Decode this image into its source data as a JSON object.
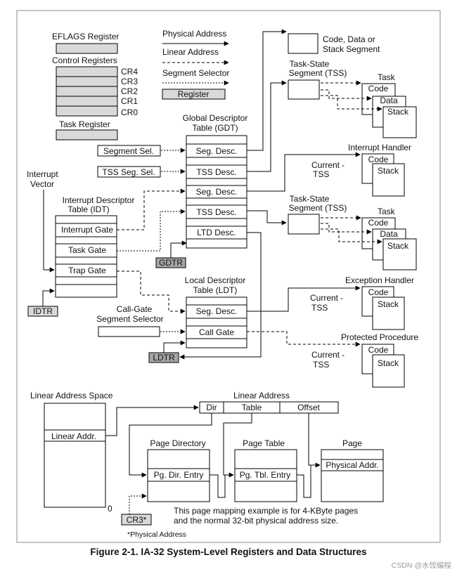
{
  "legend": {
    "eflags": "EFLAGS Register",
    "control_registers": "Control Registers",
    "cr4": "CR4",
    "cr3": "CR3",
    "cr2": "CR2",
    "cr1": "CR1",
    "cr0": "CR0",
    "task_register": "Task Register",
    "physical_address": "Physical Address",
    "linear_address": "Linear Address",
    "segment_selector": "Segment Selector",
    "register": "Register"
  },
  "gdt": {
    "title_line1": "Global Descriptor",
    "title_line2": "Table (GDT)",
    "seg_desc": "Seg. Desc.",
    "tss_desc": "TSS Desc.",
    "seg_desc2": "Seg. Desc.",
    "tss_desc2": "TSS Desc.",
    "ltd_desc": "LTD Desc.",
    "gdtr": "GDTR"
  },
  "selectors": {
    "segment_sel": "Segment Sel.",
    "tss_seg_sel": "TSS Seg. Sel."
  },
  "idt": {
    "vector_line1": "Interrupt",
    "vector_line2": "Vector",
    "title_line1": "Interrupt Descriptor",
    "title_line2": "Table (IDT)",
    "interrupt_gate": "Interrupt Gate",
    "task_gate": "Task Gate",
    "trap_gate": "Trap Gate",
    "idtr": "IDTR"
  },
  "ldt": {
    "title_line1": "Local Descriptor",
    "title_line2": "Table (LDT)",
    "seg_desc": "Seg. Desc.",
    "call_gate": "Call Gate",
    "ldtr": "LDTR",
    "call_gate_selector_line1": "Call-Gate",
    "call_gate_selector_line2": "Segment Selector"
  },
  "targets": {
    "code_data_stack_line1": "Code, Data or",
    "code_data_stack_line2": "Stack Segment",
    "tss_line1": "Task-State",
    "tss_line2": "Segment (TSS)",
    "task": "Task",
    "code": "Code",
    "data": "Data",
    "stack": "Stack",
    "interrupt_handler": "Interrupt Handler",
    "current": "Current",
    "tss": "TSS",
    "exception_handler": "Exception Handler",
    "protected_procedure": "Protected Procedure"
  },
  "paging": {
    "linear_address_space": "Linear Address Space",
    "linear_addr": "Linear Addr.",
    "zero": "0",
    "linear_address": "Linear Address",
    "dir": "Dir",
    "table": "Table",
    "offset": "Offset",
    "page_directory": "Page Directory",
    "pg_dir_entry": "Pg. Dir. Entry",
    "page_table": "Page Table",
    "pg_tbl_entry": "Pg. Tbl. Entry",
    "page": "Page",
    "physical_addr": "Physical Addr.",
    "cr3": "CR3*",
    "note_line1": "This page mapping example is for 4-KByte pages",
    "note_line2": "and the normal 32-bit physical address size.",
    "footnote": "*Physical Address"
  },
  "caption": "Figure 2-1.  IA-32 System-Level Registers and Data Structures",
  "watermark": "CSDN @水饺编程",
  "colors": {
    "register_fill": "#d9d9d9",
    "dark_register_fill": "#a6a6a6",
    "line": "#000000",
    "border": "#7f7f7f"
  }
}
